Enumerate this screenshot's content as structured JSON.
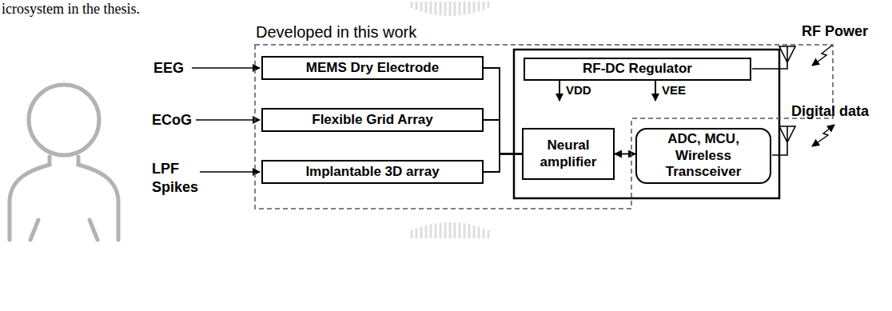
{
  "diagram": {
    "nodes": [
      {
        "text": [
          "Developed in this work"
        ]
      },
      {
        "text": [
          "MEMS Dry Electrode"
        ],
        "in": 0
      },
      {
        "text": [
          "Flexible Grid Array"
        ],
        "in": 0
      },
      {
        "text": [
          "Implantable 3D array"
        ],
        "in": 0
      },
      {
        "text": [
          "RF-DC Regulator"
        ],
        "in": 0
      },
      {
        "text": [
          "Neural amplifier"
        ],
        "in": 0
      },
      {
        "text": [
          "ADC, MCU, Wireless Transceiver"
        ]
      }
    ],
    "edges": [
      {
        "from": 1,
        "to": 5,
        "arrow": "none"
      },
      {
        "from": 2,
        "to": 5,
        "arrow": "none"
      },
      {
        "from": 3,
        "to": 5,
        "arrow": "none"
      },
      {
        "from": 5,
        "to": 6,
        "arrow": "both"
      }
    ],
    "labels": [
      "icrosystem in the thesis.",
      "EEG",
      "ECoG",
      "LPF Spikes",
      "VDD",
      "VEE",
      "RF Power",
      "Digital data"
    ]
  }
}
